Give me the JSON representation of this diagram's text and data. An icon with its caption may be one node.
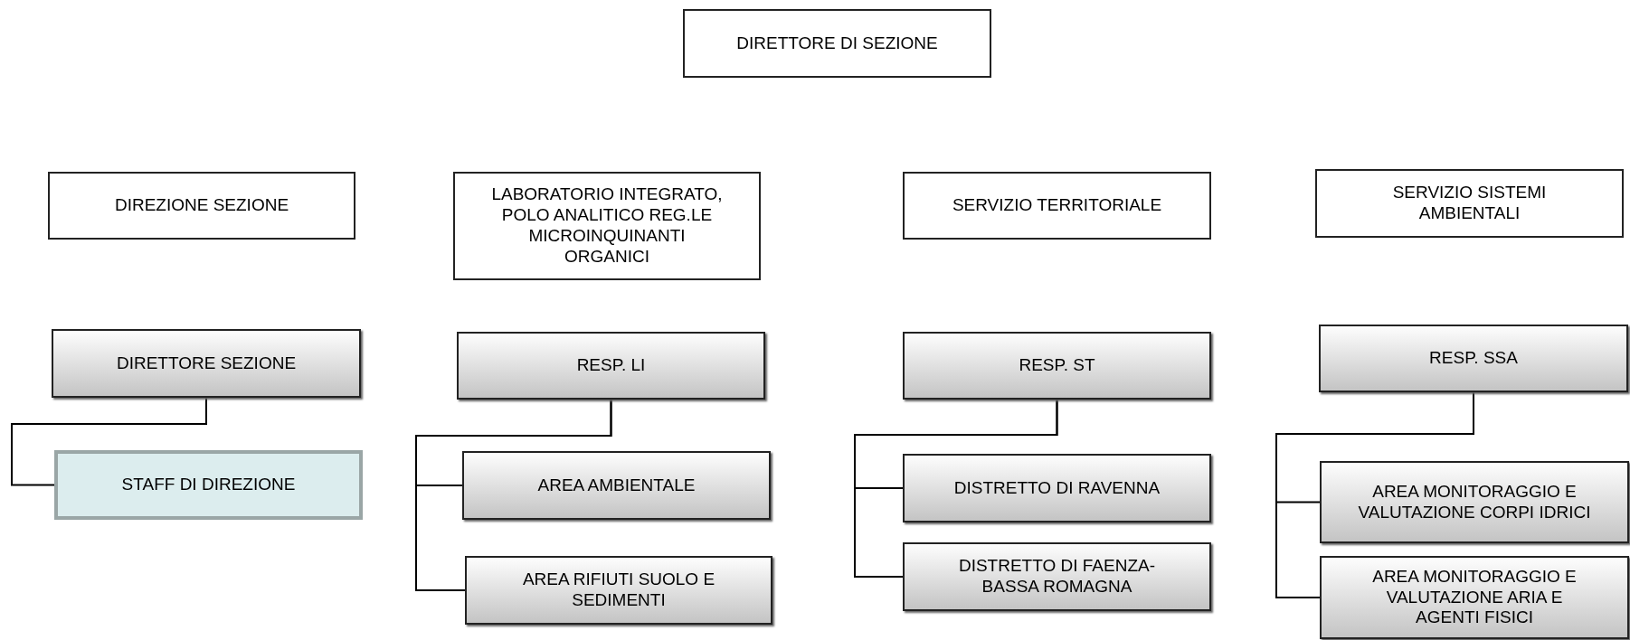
{
  "diagram": {
    "nodes": [
      {
        "text": [
          "DIRETTORE DI SEZIONE"
        ]
      },
      {
        "text": [
          "DIREZIONE SEZIONE"
        ]
      },
      {
        "text": [
          "LABORATORIO INTEGRATO, POLO ANALITICO REG.LE MICROINQUINANTI ORGANICI"
        ]
      },
      {
        "text": [
          "SERVIZIO TERRITORIALE"
        ]
      },
      {
        "text": [
          "SERVIZIO SISTEMI AMBIENTALI"
        ]
      },
      {
        "text": [
          "DIRETTORE SEZIONE"
        ]
      },
      {
        "text": [
          "RESP. LI"
        ]
      },
      {
        "text": [
          "RESP. ST"
        ]
      },
      {
        "text": [
          "RESP. SSA"
        ]
      },
      {
        "text": [
          "STAFF DI DIREZIONE"
        ]
      },
      {
        "text": [
          "AREA AMBIENTALE"
        ]
      },
      {
        "text": [
          "DISTRETTO DI RAVENNA"
        ]
      },
      {
        "text": [
          "AREA MONITORAGGIO E VALUTAZIONE CORPI IDRICI"
        ]
      },
      {
        "text": [
          "AREA RIFIUTI SUOLO E SEDIMENTI"
        ]
      },
      {
        "text": [
          "DISTRETTO DI  FAENZA-BASSA ROMAGNA"
        ]
      },
      {
        "text": [
          "AREA MONITORAGGIO E VALUTAZIONE ARIA E AGENTI FISICI"
        ]
      }
    ],
    "edges": [
      {
        "from": 5,
        "to": 9,
        "arrow": "none"
      },
      {
        "from": 6,
        "to": 10,
        "arrow": "none"
      },
      {
        "from": 6,
        "to": 13,
        "arrow": "none"
      },
      {
        "from": 7,
        "to": 11,
        "arrow": "none"
      },
      {
        "from": 7,
        "to": 14,
        "arrow": "none"
      },
      {
        "from": 8,
        "to": 12,
        "arrow": "none"
      },
      {
        "from": 8,
        "to": 15,
        "arrow": "none"
      }
    ]
  }
}
